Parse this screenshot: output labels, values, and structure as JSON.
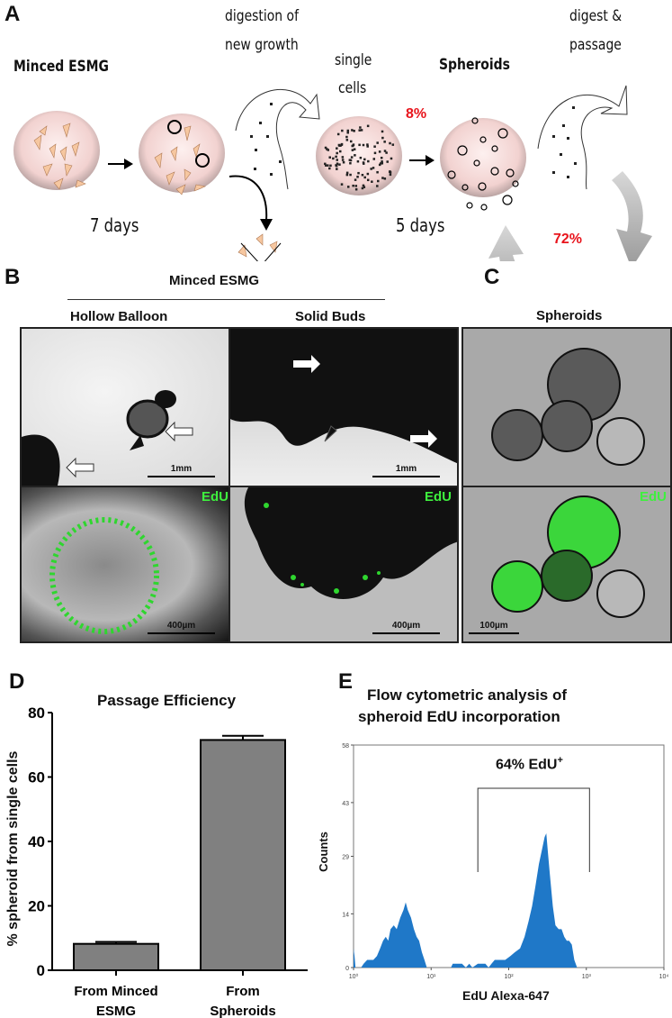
{
  "panels": {
    "a": {
      "label": "A",
      "minced_title": "Minced ESMG",
      "step1_duration": "7 days",
      "digestion_label_1": "digestion of",
      "digestion_label_2": "new growth",
      "single_cells_1": "single",
      "single_cells_2": "cells",
      "spheroids_title": "Spheroids",
      "efficiency_initial": "8%",
      "step2_duration": "5 days",
      "passage_label_1": "digest &",
      "passage_label_2": "passage",
      "efficiency_passage": "72%",
      "colors": {
        "dish": "#f4d6d4",
        "fragment": "#f6c7a0",
        "highlight": "#e8141c",
        "cycle_arrow": "#b8b8b8"
      }
    },
    "b": {
      "label": "B",
      "group_title": "Minced ESMG",
      "col1_title": "Hollow Balloon",
      "col2_title": "Solid Buds",
      "stain": "EdU",
      "scale_top": "1mm",
      "scale_bottom": "400µm",
      "stain_color": "#3ef03e"
    },
    "c": {
      "label": "C",
      "title": "Spheroids",
      "stain": "EdU",
      "scale_bottom": "100µm"
    },
    "d": {
      "label": "D"
    },
    "e": {
      "label": "E"
    }
  },
  "chart_data": [
    {
      "type": "bar",
      "title": "Passage Efficiency",
      "categories": [
        "From Minced ESMG",
        "From Spheroids"
      ],
      "category_lines": [
        [
          "From Minced",
          "ESMG"
        ],
        [
          "From",
          "Spheroids"
        ]
      ],
      "values": [
        8.2,
        71.5
      ],
      "error_upper": [
        8.8,
        72.8
      ],
      "ylabel": "% spheroid from single cells",
      "xlabel": "",
      "ylim": [
        0,
        80
      ],
      "yticks": [
        "0",
        "20",
        "40",
        "60",
        "80"
      ],
      "bar_color": "#808080",
      "grid": false
    },
    {
      "type": "area",
      "title": "Flow cytometric analysis of spheroid EdU incorporation",
      "title_lines": [
        "Flow cytometric analysis of",
        "spheroid EdU incorporation"
      ],
      "xlabel": "EdU Alexa-647",
      "ylabel": "Counts",
      "x_scale": "log",
      "xlim": [
        1,
        10000
      ],
      "xticks": [
        "10⁰",
        "10¹",
        "10²",
        "10³",
        "10⁴"
      ],
      "ylim": [
        0,
        58
      ],
      "yticks": [
        "0",
        "14",
        "29",
        "43",
        "58"
      ],
      "gate": {
        "from": 40,
        "to": 1100,
        "label": "64% EdU",
        "label_sup": "+"
      },
      "fill_color": "#1f78c8",
      "grid": false,
      "x": [
        1,
        1.03,
        1.06,
        1.25,
        1.35,
        1.5,
        1.8,
        2.0,
        2.2,
        2.4,
        2.6,
        2.8,
        3.0,
        3.3,
        3.6,
        4.0,
        4.4,
        4.7,
        5.0,
        5.5,
        6.0,
        6.5,
        7.0,
        7.6,
        8.2,
        8.8,
        18,
        19,
        22,
        25,
        28,
        31,
        34,
        40,
        50,
        55,
        60,
        66,
        75,
        90,
        105,
        120,
        140,
        160,
        180,
        200,
        220,
        245,
        270,
        290,
        305,
        320,
        340,
        370,
        400,
        440,
        480,
        520,
        560,
        600,
        650,
        700,
        760
      ],
      "y": [
        5,
        3,
        0,
        0,
        1,
        2,
        2,
        3,
        5,
        7,
        8,
        7,
        10,
        11,
        10,
        13,
        15,
        17,
        15,
        13,
        10,
        8,
        7,
        4,
        2,
        0,
        0,
        1,
        1,
        1,
        0,
        1,
        0,
        1,
        1,
        0,
        1,
        2,
        2,
        2,
        3,
        4,
        5,
        8,
        12,
        16,
        21,
        27,
        31,
        34,
        35,
        30,
        24,
        16,
        11,
        10,
        10,
        8,
        7,
        7,
        6,
        2,
        0
      ]
    }
  ]
}
